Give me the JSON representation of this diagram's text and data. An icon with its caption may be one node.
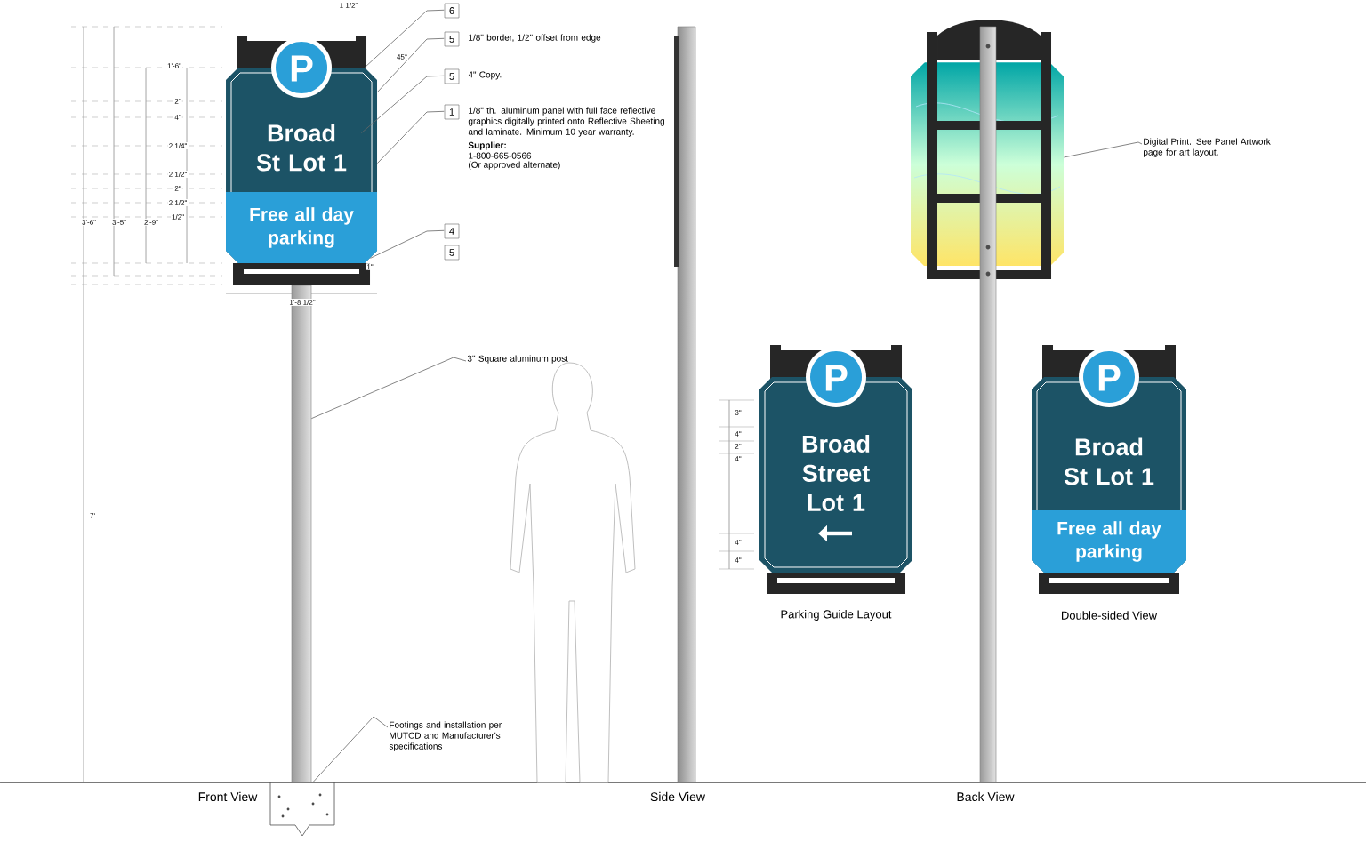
{
  "diagram": {
    "nodes": [
      {
        "text": [
          "P",
          "Broad St Lot 1",
          "Free all day parking"
        ]
      },
      {
        "text": [
          "6"
        ]
      },
      {
        "text": [
          "5",
          "1/8\" border, 1/2\" offset from edge"
        ]
      },
      {
        "text": [
          "5",
          "4\" Copy."
        ]
      },
      {
        "text": [
          "1",
          "1/8\" th. aluminum panel with full face reflective graphics digitally printed onto Reflective Sheeting and laminate. Minimum 10 year warranty.",
          "Supplier:",
          "1-800-665-0566",
          "(Or approved alternate)"
        ]
      },
      {
        "text": [
          "4"
        ]
      },
      {
        "text": [
          "5"
        ]
      },
      {
        "text": [],
        "shape": "bar"
      },
      {
        "text": [
          "3\" Square aluminum post"
        ]
      },
      {
        "text": [],
        "shape": "box"
      },
      {
        "text": [
          "Footings and installation per MUTCD and Manufacturer's specifications"
        ]
      },
      {
        "text": [],
        "shape": "picture"
      },
      {
        "text": [
          "Digital Print. See Panel Artwork page for art layout."
        ]
      },
      {
        "text": [
          "P",
          "Broad Street Lot 1"
        ],
        "beside": [
          "Parking Guide Layout"
        ]
      },
      {
        "text": [
          "P",
          "Broad St Lot 1",
          "Free all day parking"
        ],
        "beside": [
          "Double-sided View"
        ]
      }
    ],
    "edges": [
      {
        "from": 1,
        "to": 0,
        "arrow": "none"
      },
      {
        "from": 2,
        "to": 0,
        "arrow": "none"
      },
      {
        "from": 3,
        "to": 0,
        "arrow": "none"
      },
      {
        "from": 4,
        "to": 0,
        "arrow": "none"
      },
      {
        "from": 5,
        "to": 0,
        "arrow": "none"
      },
      {
        "from": 8,
        "to": 7,
        "arrow": "none"
      },
      {
        "from": 10,
        "to": 9,
        "arrow": "none"
      },
      {
        "from": 12,
        "to": 11,
        "arrow": "none"
      }
    ],
    "labels": [
      "1 1/2\"",
      "1'-6\"",
      "45°",
      "2\"",
      "4\"",
      "2 1/4\"",
      "3'-6\"",
      "3'-5\"",
      "2'-9\"",
      "2 1/2\"",
      "2\"",
      "2 1/2\"",
      "1/2\"",
      "1\"",
      "1'-8 1/2\"",
      "7'",
      "3\"",
      "4\"",
      "2\"",
      "4\"",
      "4\"",
      "4\"",
      "Front View",
      "Side View",
      "Back View"
    ]
  }
}
